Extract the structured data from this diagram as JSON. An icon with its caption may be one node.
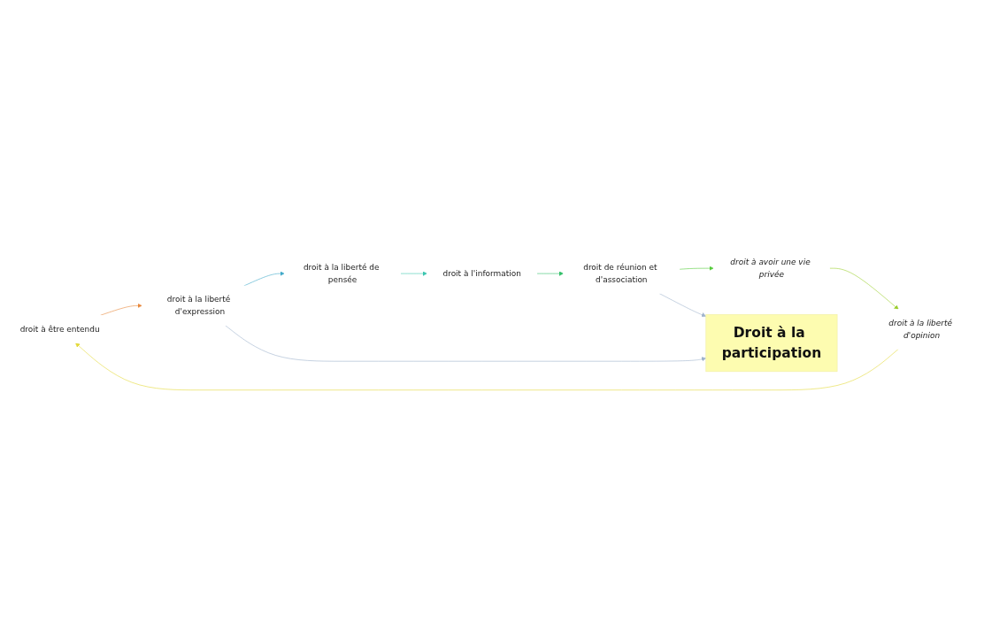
{
  "diagram": {
    "nodes": [
      {
        "text": [
          "droit à être entendu"
        ]
      },
      {
        "text": [
          "droit à la liberté d'expression"
        ]
      },
      {
        "text": [
          "droit à la liberté de pensée"
        ]
      },
      {
        "text": [
          "droit à l'information"
        ]
      },
      {
        "text": [
          "droit de réunion et d'association"
        ]
      },
      {
        "text": [
          "droit à avoir une vie privée"
        ]
      },
      {
        "text": [
          "droit à la liberté d'opinion"
        ]
      },
      {
        "text": [
          "Droit à la participation"
        ]
      }
    ],
    "edges": [
      {
        "from": 0,
        "to": 1,
        "arrow": "to",
        "color": "#e8873a"
      },
      {
        "from": 1,
        "to": 2,
        "arrow": "to",
        "color": "#3fa9c9"
      },
      {
        "from": 2,
        "to": 3,
        "arrow": "to",
        "color": "#3cc7b0"
      },
      {
        "from": 3,
        "to": 4,
        "arrow": "to",
        "color": "#33c06a"
      },
      {
        "from": 4,
        "to": 5,
        "arrow": "to",
        "color": "#55cc3a"
      },
      {
        "from": 5,
        "to": 6,
        "arrow": "to",
        "color": "#9ccf2e"
      },
      {
        "from": 6,
        "to": 0,
        "arrow": "to",
        "color": "#e4da3a"
      },
      {
        "from": 1,
        "to": 7,
        "arrow": "to",
        "color": "#9fb3cc"
      },
      {
        "from": 4,
        "to": 7,
        "arrow": "to",
        "color": "#9fb3cc"
      }
    ]
  }
}
